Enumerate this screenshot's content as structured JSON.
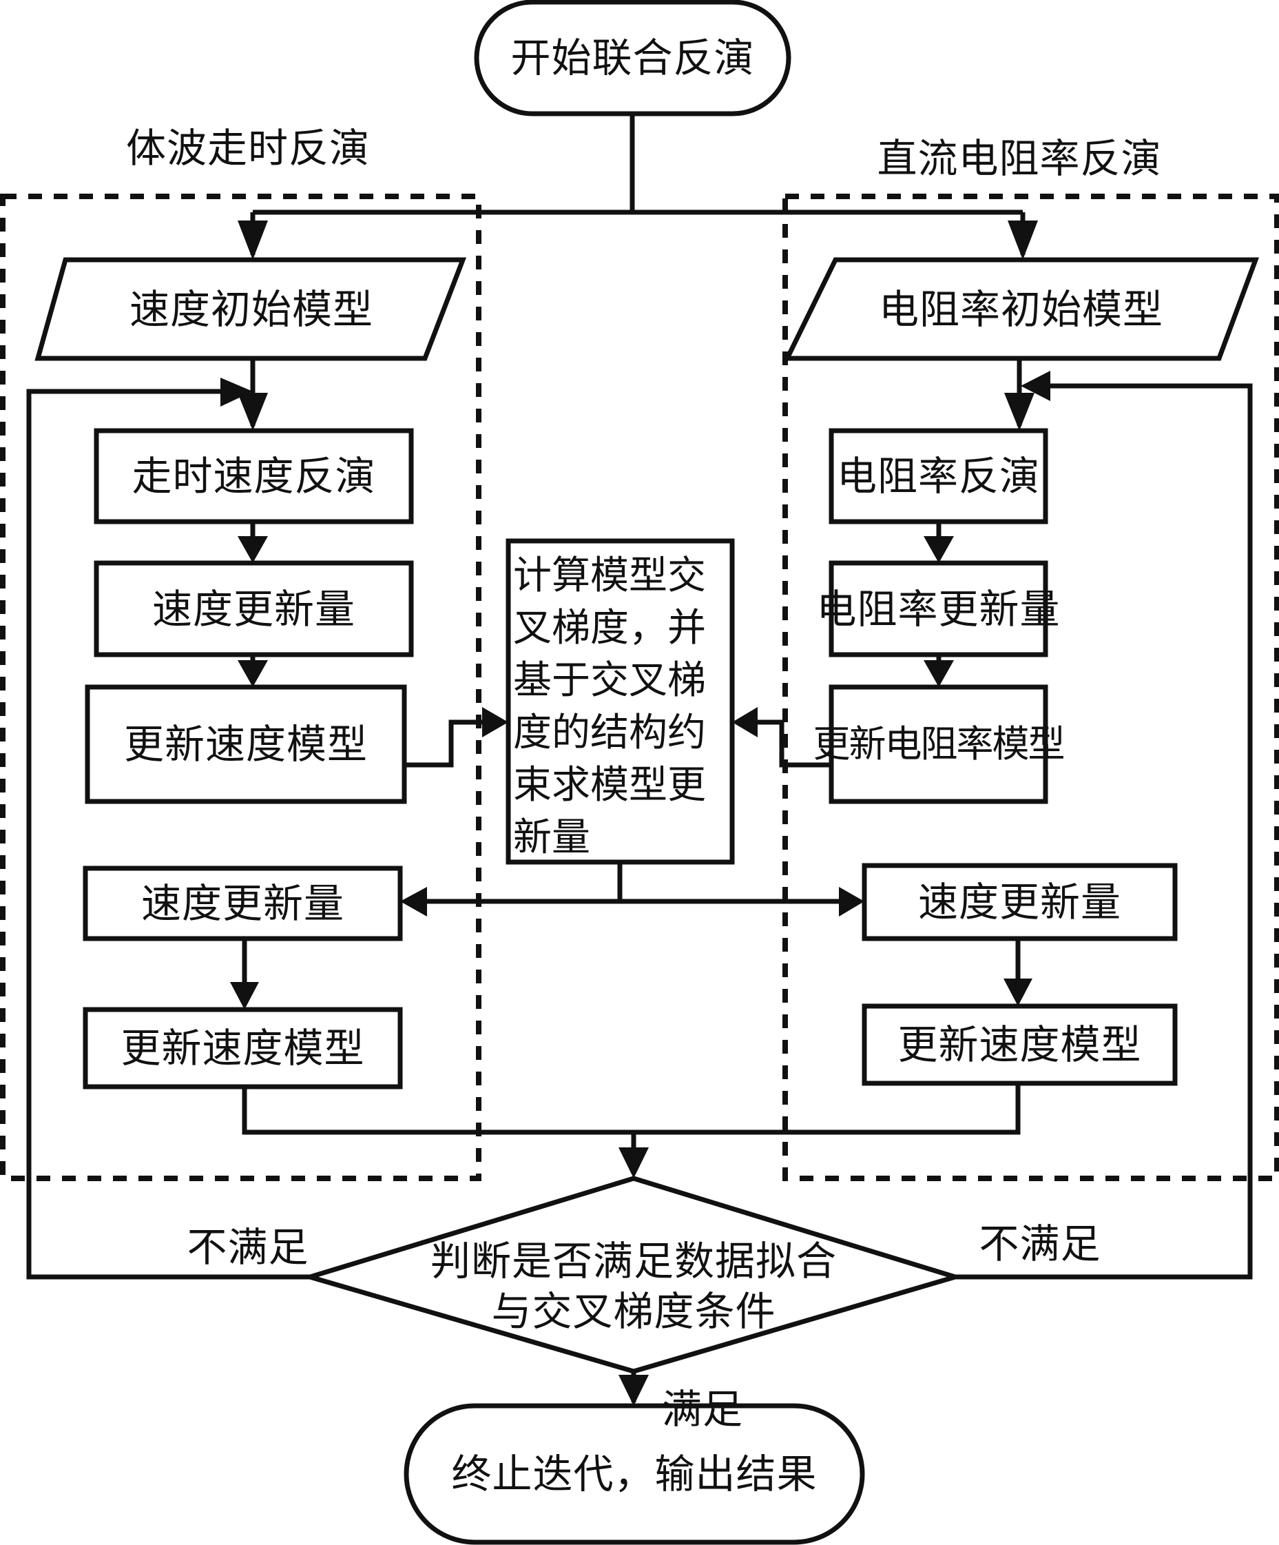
{
  "diagram": {
    "start": "开始联合反演",
    "groups": {
      "left": "体波走时反演",
      "right": "直流电阻率反演"
    },
    "left_branch": {
      "initial_model": "速度初始模型",
      "inversion": "走时速度反演",
      "update_amount": "速度更新量",
      "update_model": "更新速度模型",
      "cg_update_amount": "速度更新量",
      "cg_update_model": "更新速度模型"
    },
    "right_branch": {
      "initial_model": "电阻率初始模型",
      "inversion": "电阻率反演",
      "update_amount": "电阻率更新量",
      "update_model": "更新电阻率模型",
      "cg_update_amount": "速度更新量",
      "cg_update_model": "更新速度模型"
    },
    "cross_gradient": "计算模型交叉梯度，并基于交叉梯度的结构约束求模型更新量",
    "decision": {
      "line1": "判断是否满足数据拟合",
      "line2": "与交叉梯度条件"
    },
    "edge_labels": {
      "not_satisfied_left": "不满足",
      "not_satisfied_right": "不满足",
      "satisfied": "满足"
    },
    "end": "终止迭代，输出结果"
  }
}
